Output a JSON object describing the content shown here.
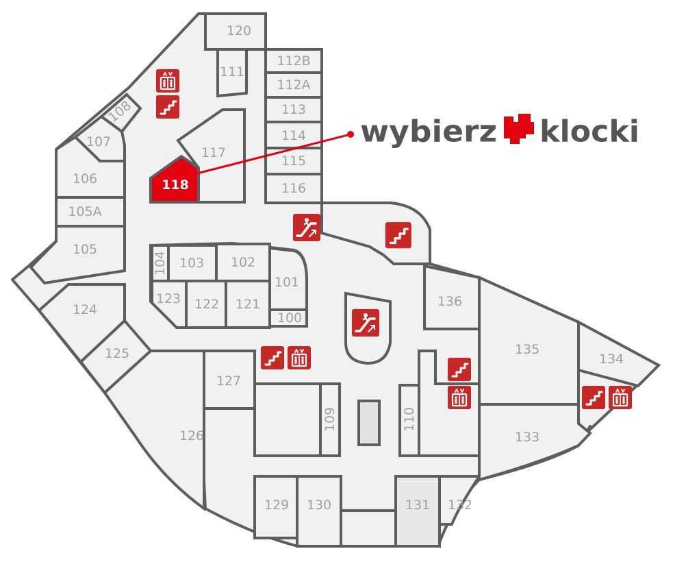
{
  "brand": {
    "word_left": "wybierz",
    "word_right": "klocki",
    "logo_color": "#e2000f",
    "text_color": "#555555"
  },
  "highlight": {
    "unit": "118",
    "color": "#e2000f"
  },
  "units": {
    "u100": "100",
    "u101": "101",
    "u102": "102",
    "u103": "103",
    "u104": "104",
    "u105": "105",
    "u105A": "105A",
    "u106": "106",
    "u107": "107",
    "u108": "108",
    "u109": "109",
    "u110": "110",
    "u111": "111",
    "u112A": "112A",
    "u112B": "112B",
    "u113": "113",
    "u114": "114",
    "u115": "115",
    "u116": "116",
    "u117": "117",
    "u118": "118",
    "u120": "120",
    "u121": "121",
    "u122": "122",
    "u123": "123",
    "u124": "124",
    "u125": "125",
    "u126": "126",
    "u127": "127",
    "u129": "129",
    "u130": "130",
    "u131": "131",
    "u132": "132",
    "u133": "133",
    "u134": "134",
    "u135": "135",
    "u136": "136"
  },
  "icons": {
    "elevator": "elevator-icon",
    "stairs": "stairs-icon",
    "escalator": "escalator-icon",
    "color": "#c62828"
  }
}
